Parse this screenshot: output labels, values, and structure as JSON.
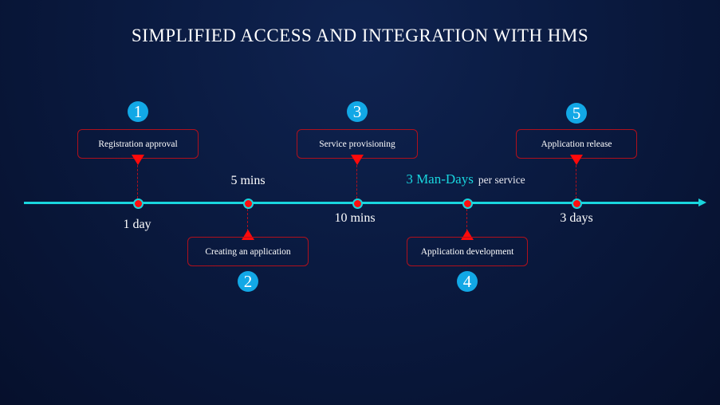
{
  "title": "SIMPLIFIED ACCESS AND INTEGRATION WITH HMS",
  "steps": [
    {
      "number": "1",
      "label": "Registration  approval",
      "duration": "1 day"
    },
    {
      "number": "2",
      "label": "Creating an application",
      "duration": "5 mins"
    },
    {
      "number": "3",
      "label": "Service provisioning",
      "duration": "10 mins"
    },
    {
      "number": "4",
      "label": "Application  development",
      "duration": "3 Man-Days",
      "duration_suffix": "per service"
    },
    {
      "number": "5",
      "label": "Application  release",
      "duration": "3 days"
    }
  ],
  "colors": {
    "axis": "#19d6de",
    "marker": "#ff1010",
    "box_border": "#b0101c",
    "badge": "#12a8e6"
  }
}
